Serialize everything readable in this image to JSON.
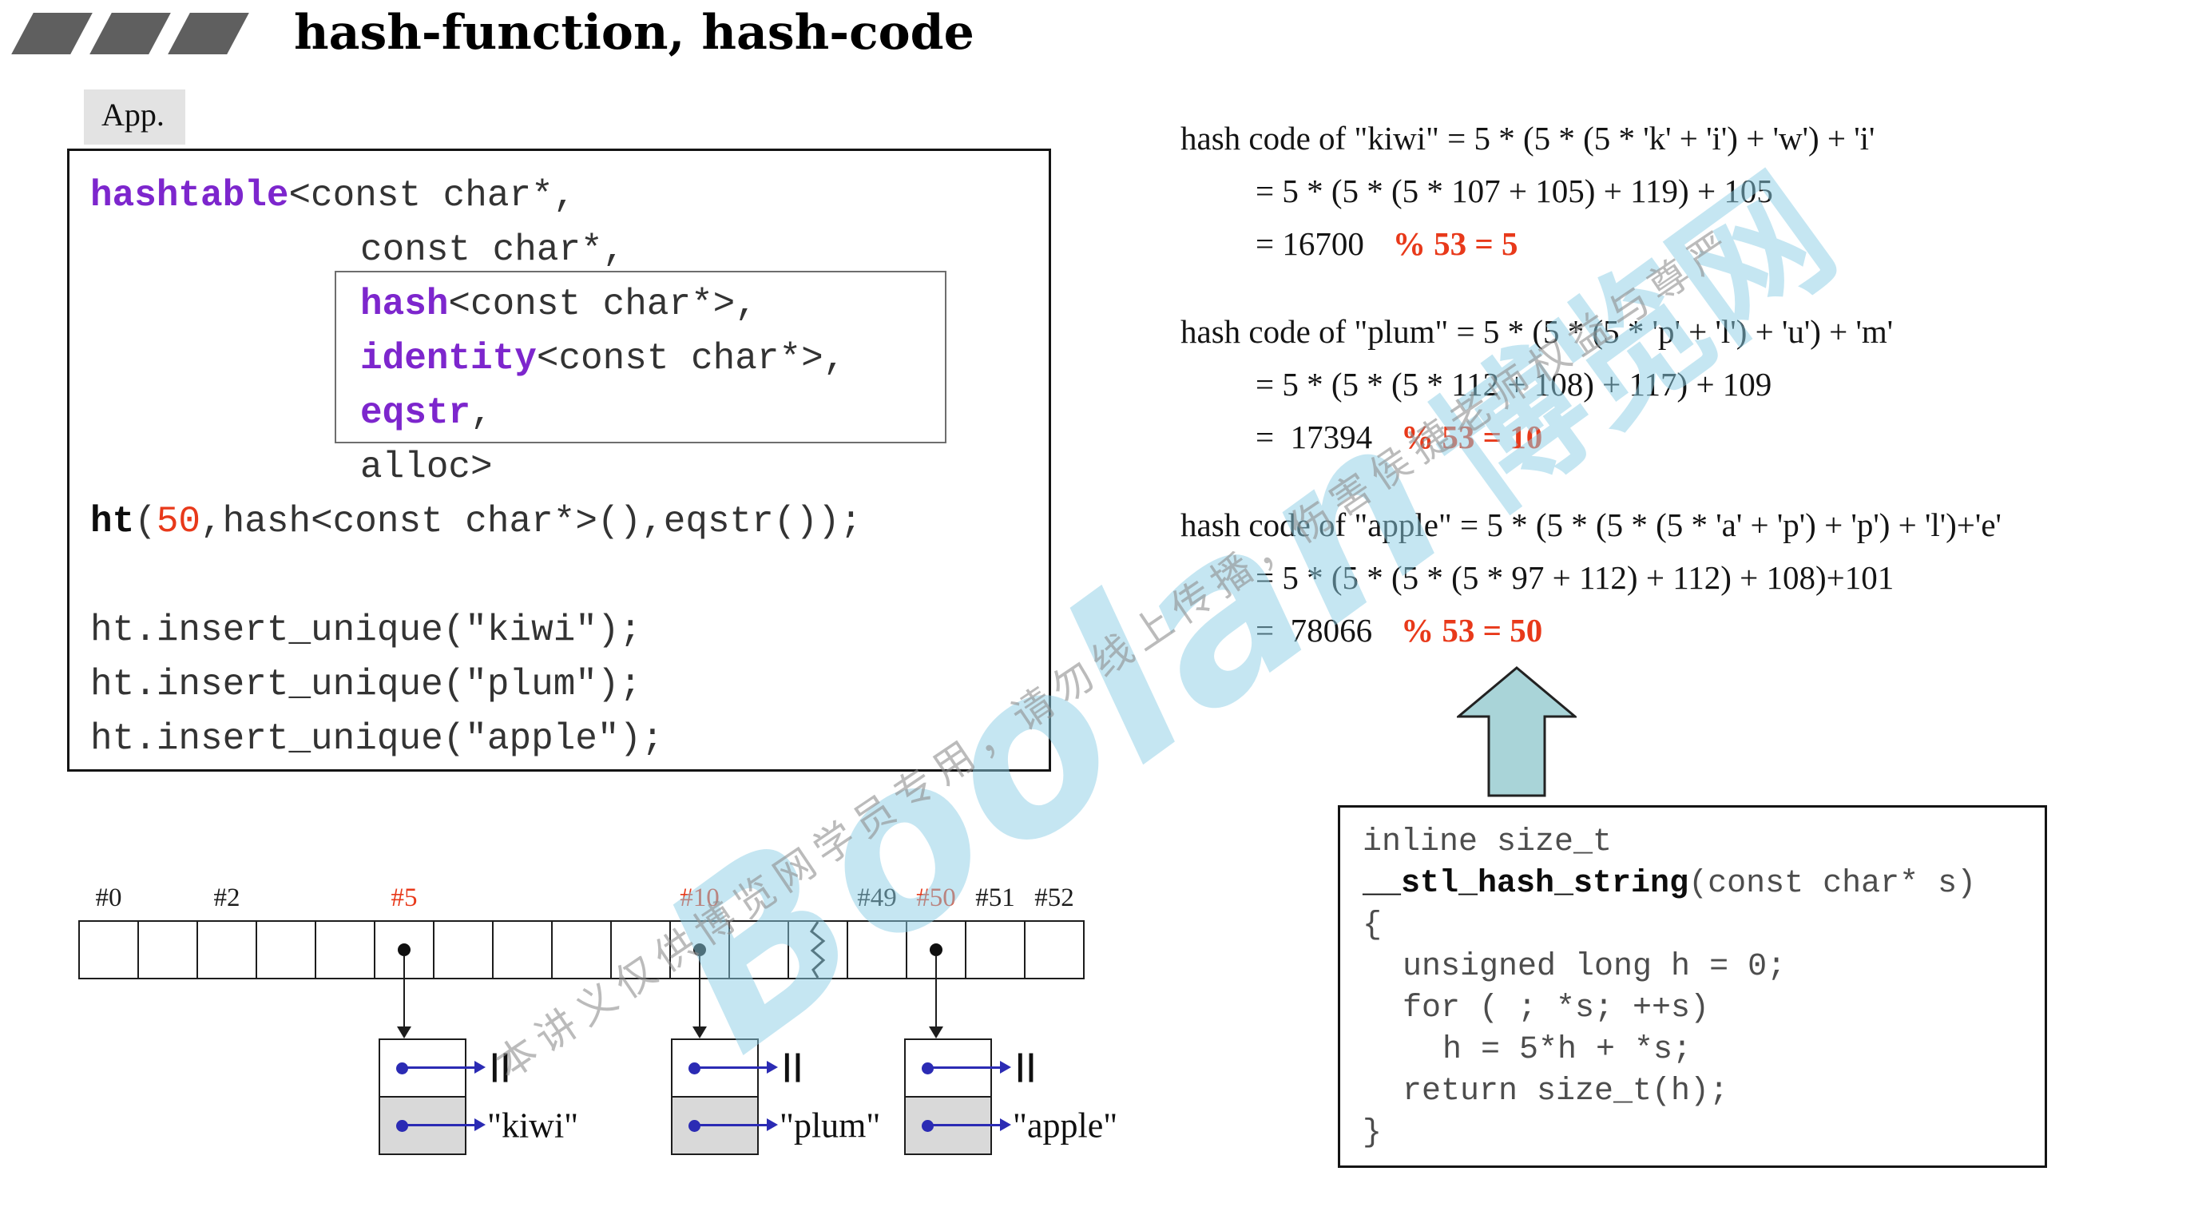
{
  "header": {
    "title": "hash-function, hash-code",
    "app_label": "App."
  },
  "main_code": {
    "l1_kw": "hashtable",
    "l1_rest": "<const char*,",
    "l2": "const char*,",
    "l3_kw": "hash",
    "l3_rest": "<const char*>,",
    "l4_kw": "identity",
    "l4_rest": "<const char*>,",
    "l5_kw": "eqstr",
    "l5_rest": ",",
    "l6": "alloc>",
    "l7_name": "ht",
    "l7_paren": "(",
    "l7_num": "50",
    "l7_rest": ",hash<const char*>(),eqstr());",
    "l9": "ht.insert_unique(\"kiwi\");",
    "l10": "ht.insert_unique(\"plum\");",
    "l11": "ht.insert_unique(\"apple\");"
  },
  "hash_calcs": [
    {
      "l1": "hash code of \"kiwi\" = 5 * (5 * (5 * 'k' + 'i') + 'w') + 'i'",
      "l2": "= 5 * (5 * (5 * 107 + 105) + 119) + 105",
      "l3": "= 16700",
      "mod": "% 53 = 5"
    },
    {
      "l1": "hash code of \"plum\" = 5 * (5 * (5 * 'p' + 'l') + 'u') + 'm'",
      "l2": "= 5 * (5 * (5 * 112 + 108) + 117) + 109",
      "l3": "=  17394",
      "mod": "% 53 = 10"
    },
    {
      "l1": "hash code of \"apple\" = 5 * (5 * (5 * (5 * 'a' + 'p') + 'p') + 'l')+'e'",
      "l2": "= 5 * (5 * (5 * (5 * 97 + 112) + 112) + 108)+101",
      "l3": "=  78066",
      "mod": "% 53 = 50"
    }
  ],
  "hash_fn_code": {
    "l1": "inline size_t",
    "l2_name": "__stl_hash_string",
    "l2_rest": "(const char* s)",
    "l3": "{",
    "l4": "unsigned long h = 0;",
    "l5": "for ( ; *s; ++s)",
    "l6": "h = 5*h + *s;",
    "l7": "return size_t(h);",
    "l8": "}"
  },
  "diagram": {
    "labels": [
      {
        "text": "#0",
        "red": false
      },
      {
        "text": "#2",
        "red": false
      },
      {
        "text": "#5",
        "red": true
      },
      {
        "text": "#10",
        "red": true
      },
      {
        "text": "#49",
        "red": false
      },
      {
        "text": "#50",
        "red": true
      },
      {
        "text": "#51",
        "red": false
      },
      {
        "text": "#52",
        "red": false
      }
    ],
    "null_symbol": "||",
    "nodes": [
      {
        "value": "\"kiwi\""
      },
      {
        "value": "\"plum\""
      },
      {
        "value": "\"apple\""
      }
    ]
  },
  "watermark": {
    "brand": "Boolan",
    "brand_cn": "博览网",
    "notice": "本讲义仅供博览网学员专用，请勿线上传播，伤害侯捷老师权益与尊严"
  },
  "colors": {
    "keyword_purple": "#7d26cd",
    "accent_red": "#e8391a",
    "pointer_blue": "#2b2bb4",
    "arrow_fill": "#a9d4d8",
    "node_gray": "#d9d9d9"
  }
}
